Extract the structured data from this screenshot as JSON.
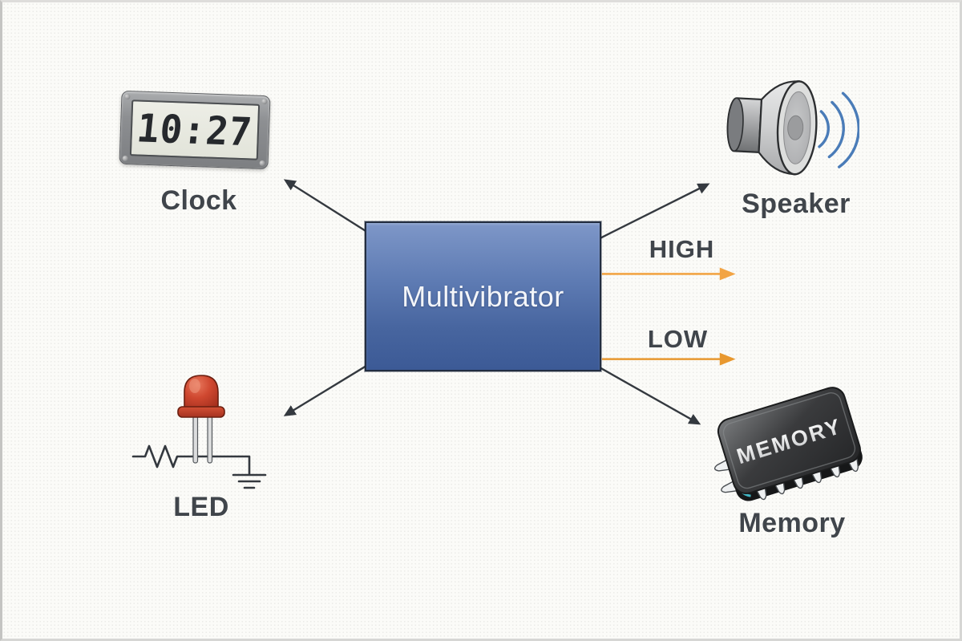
{
  "diagram": {
    "block": {
      "label": "Multivibrator"
    },
    "outputs": [
      {
        "label": "HIGH"
      },
      {
        "label": "LOW"
      }
    ],
    "nodes": [
      {
        "id": "clock",
        "label": "Clock",
        "icon": "digital-clock-icon",
        "display_time": "10:27"
      },
      {
        "id": "speaker",
        "label": "Speaker",
        "icon": "loudspeaker-icon"
      },
      {
        "id": "led",
        "label": "LED",
        "icon": "led-circuit-icon"
      },
      {
        "id": "memory",
        "label": "Memory",
        "icon": "memory-chip-icon",
        "chip_marking": "MEMORY"
      }
    ],
    "colors": {
      "block_fill_top": "#7e97c8",
      "block_fill_bottom": "#3c5a96",
      "block_border": "#222d40",
      "block_text": "#f3f5f9",
      "label_text": "#40454b",
      "connector_arrow": "#34393f",
      "high_arrow": "#f2a444",
      "low_arrow": "#e8982f",
      "sound_wave": "#4a7cb8",
      "led_red": "#cf4830",
      "canvas_bg": "#fbfbf8"
    }
  }
}
